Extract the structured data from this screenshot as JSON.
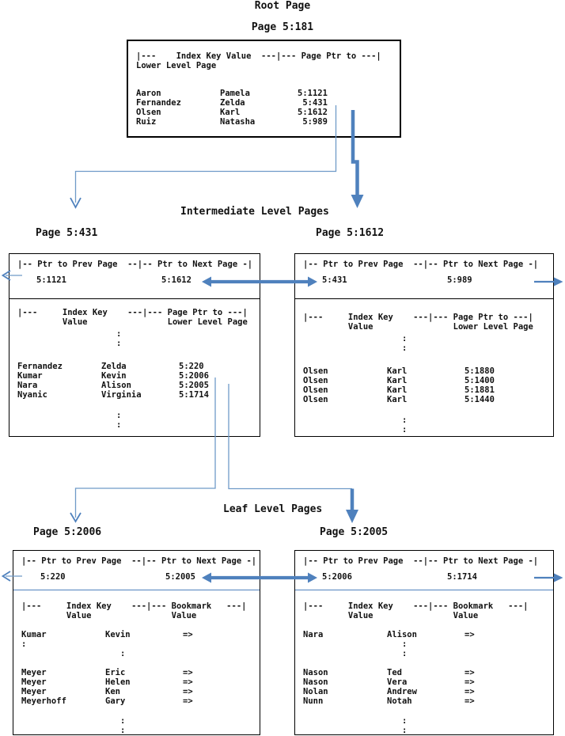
{
  "colors": {
    "arrow_blue": "#4f81bd",
    "connector_blue": "#6f9ac8",
    "box_border": "#000000",
    "text": "#111111"
  },
  "labels": {
    "root_section": "Root Page",
    "root_page_num": "Page 5:181",
    "intermediate_section": "Intermediate Level Pages",
    "page_431": "Page 5:431",
    "page_1612": "Page 5:1612",
    "leaf_section": "Leaf Level Pages",
    "page_2006": "Page 5:2006",
    "page_2005": "Page 5:2005"
  },
  "root_box": {
    "header1": "|---    Index Key Value  ---|--- Page Ptr to ---|",
    "header2": "Lower Level Page",
    "rows": [
      {
        "c1": "Aaron",
        "c2": "Pamela",
        "c3": "5:1121"
      },
      {
        "c1": "Fernandez",
        "c2": "Zelda",
        "c3": " 5:431"
      },
      {
        "c1": "Olsen",
        "c2": "Karl",
        "c3": "5:1612"
      },
      {
        "c1": "Ruiz",
        "c2": "Natasha",
        "c3": " 5:989"
      }
    ]
  },
  "intermediate": {
    "left": {
      "ptr_header": "|-- Ptr to Prev Page  --|-- Ptr to Next Page -|",
      "prev_ptr": "5:1121",
      "next_ptr": "5:1612",
      "key_header1": "|---     Index Key    ---|--- Page Ptr to ---|",
      "key_header2": "         Value                Lower Level Page",
      "dots_top": [
        {
          "c2": "   :"
        },
        {
          "c2": "   :"
        }
      ],
      "rows": [
        {
          "c1": "Fernandez",
          "c2": "Zelda",
          "c3": "5:220"
        },
        {
          "c1": "Kumar",
          "c2": "Kevin",
          "c3": "5:2006"
        },
        {
          "c1": "Nara",
          "c2": "Alison",
          "c3": "5:2005"
        },
        {
          "c1": "Nyanic",
          "c2": "Virginia",
          "c3": "5:1714"
        }
      ],
      "dots_bottom": [
        {
          "c2": "   :"
        },
        {
          "c2": "   :"
        }
      ]
    },
    "right": {
      "ptr_header": "|-- Ptr to Prev Page  --|-- Ptr to Next Page -|",
      "prev_ptr": "5:431",
      "next_ptr": "5:989",
      "key_header1": "|---     Index Key    ---|--- Page Ptr to ---|",
      "key_header2": "         Value                Lower Level Page",
      "dots_top": [
        {
          "c2": "   :"
        },
        {
          "c2": "   :"
        }
      ],
      "rows": [
        {
          "c1": "Olsen",
          "c2": "Karl",
          "c3": "5:1880"
        },
        {
          "c1": "Olsen",
          "c2": "Karl",
          "c3": "5:1400"
        },
        {
          "c1": "Olsen",
          "c2": "Karl",
          "c3": "5:1881"
        },
        {
          "c1": "Olsen",
          "c2": "Karl",
          "c3": "5:1440"
        }
      ],
      "dots_bottom": [
        {
          "c2": "   :"
        },
        {
          "c2": "   :"
        }
      ]
    }
  },
  "leaf": {
    "left": {
      "ptr_header": "|-- Ptr to Prev Page  --|-- Ptr to Next Page -|",
      "prev_ptr": "5:220",
      "next_ptr": "5:2005",
      "key_header1": "|---     Index Key    ---|--- Bookmark   ---|",
      "key_header2": "         Value                Value",
      "rows": [
        {
          "c1": "Kumar",
          "c2": "Kevin",
          "c3": "=>"
        },
        {
          "c1": ":",
          "c2": "",
          "c3": ""
        },
        {
          "c1": "",
          "c2": "   :",
          "c3": ""
        },
        {
          "c1": "",
          "c2": "",
          "c3": ""
        },
        {
          "c1": "Meyer",
          "c2": "Eric",
          "c3": "=>"
        },
        {
          "c1": "Meyer",
          "c2": "Helen",
          "c3": "=>"
        },
        {
          "c1": "Meyer",
          "c2": "Ken",
          "c3": "=>"
        },
        {
          "c1": "Meyerhoff",
          "c2": "Gary",
          "c3": "=>"
        }
      ],
      "dots_bottom": [
        {
          "c2": "   :"
        },
        {
          "c2": "   :"
        }
      ]
    },
    "right": {
      "ptr_header": "|-- Ptr to Prev Page  --|-- Ptr to Next Page -|",
      "prev_ptr": "5:2006",
      "next_ptr": "5:1714",
      "key_header1": "|---     Index Key    ---|--- Bookmark   ---|",
      "key_header2": "         Value                Value",
      "rows": [
        {
          "c1": "Nara",
          "c2": "Alison",
          "c3": "=>"
        },
        {
          "c1": "",
          "c2": "   :",
          "c3": ""
        },
        {
          "c1": "",
          "c2": "   :",
          "c3": ""
        },
        {
          "c1": "",
          "c2": "",
          "c3": ""
        },
        {
          "c1": "Nason",
          "c2": "Ted",
          "c3": "=>"
        },
        {
          "c1": "Nason",
          "c2": "Vera",
          "c3": "=>"
        },
        {
          "c1": "Nolan",
          "c2": "Andrew",
          "c3": "=>"
        },
        {
          "c1": "Nunn",
          "c2": "Notah",
          "c3": "=>"
        }
      ],
      "dots_bottom": [
        {
          "c2": "   :"
        },
        {
          "c2": "   :"
        }
      ]
    }
  }
}
